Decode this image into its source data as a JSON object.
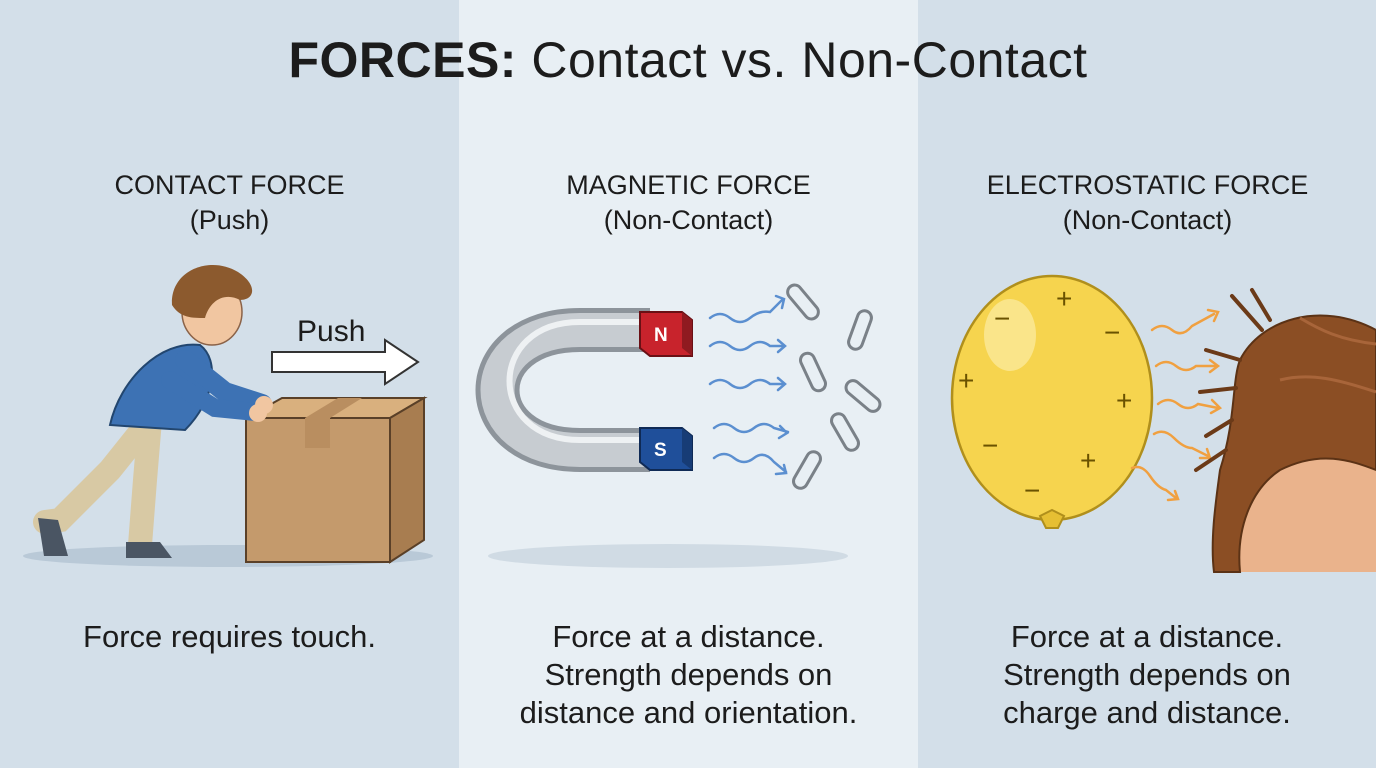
{
  "title": {
    "bold": "FORCES:",
    "rest": " Contact vs. Non-Contact"
  },
  "panels": [
    {
      "heading_line1": "CONTACT FORCE",
      "heading_line2": "(Push)",
      "arrow_label": "Push",
      "caption_lines": [
        "Force requires touch."
      ]
    },
    {
      "heading_line1": "MAGNETIC FORCE",
      "heading_line2": "(Non-Contact)",
      "pole_north": "N",
      "pole_south": "S",
      "caption_lines": [
        "Force at a distance.",
        "Strength depends on",
        "distance and orientation."
      ]
    },
    {
      "heading_line1": "ELECTROSTATIC FORCE",
      "heading_line2": "(Non-Contact)",
      "charge_plus": "+",
      "charge_minus": "−",
      "caption_lines": [
        "Force at a distance.",
        "Strength depends on",
        "charge and distance."
      ]
    }
  ],
  "colors": {
    "panel_side": "#d3dfe9",
    "panel_center": "#e8eff4",
    "magnet_north": "#c8232c",
    "magnet_south": "#1f4f9a",
    "magnetic_field_arrows": "#5b8fd0",
    "electrostatic_arrows": "#f0a040",
    "balloon": "#f6d44e",
    "box": "#c49a6c"
  }
}
